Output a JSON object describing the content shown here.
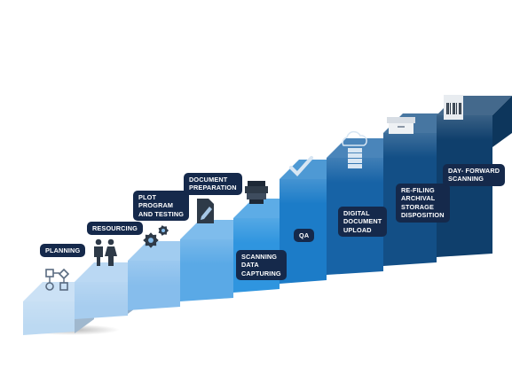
{
  "steps": [
    {
      "name": "planning",
      "label": "PLANNING",
      "icon": "flowchart-icon",
      "color": "#bcd9f2"
    },
    {
      "name": "resourcing",
      "label": "RESOURCING",
      "icon": "people-icon",
      "color": "#a7cdef"
    },
    {
      "name": "plot-program",
      "label": "PLOT\nPROGRAM\nAND TESTING",
      "icon": "gears-icon",
      "color": "#86bdec"
    },
    {
      "name": "document-preparation",
      "label": "DOCUMENT\nPREPARATION",
      "icon": "document-edit-icon",
      "color": "#5aa9e6"
    },
    {
      "name": "scanning",
      "label": "SCANNING\nDATA\nCAPTURING",
      "icon": "scanner-icon",
      "color": "#2f95df"
    },
    {
      "name": "qa",
      "label": "QA",
      "icon": "checkmark-icon",
      "color": "#1c7cc8"
    },
    {
      "name": "digital-upload",
      "label": "DIGITAL\nDOCUMENT\nUPLOAD",
      "icon": "cloud-server-icon",
      "color": "#1763a6"
    },
    {
      "name": "re-filing",
      "label": "RE-FILING\nARCHIVAL\nSTORAGE\nDISPOSITION",
      "icon": "archive-box-icon",
      "color": "#134f86"
    },
    {
      "name": "day-forward",
      "label": "DAY- FORWARD\nSCANNING",
      "icon": "barcode-scanner-icon",
      "color": "#0f3f6c"
    }
  ]
}
